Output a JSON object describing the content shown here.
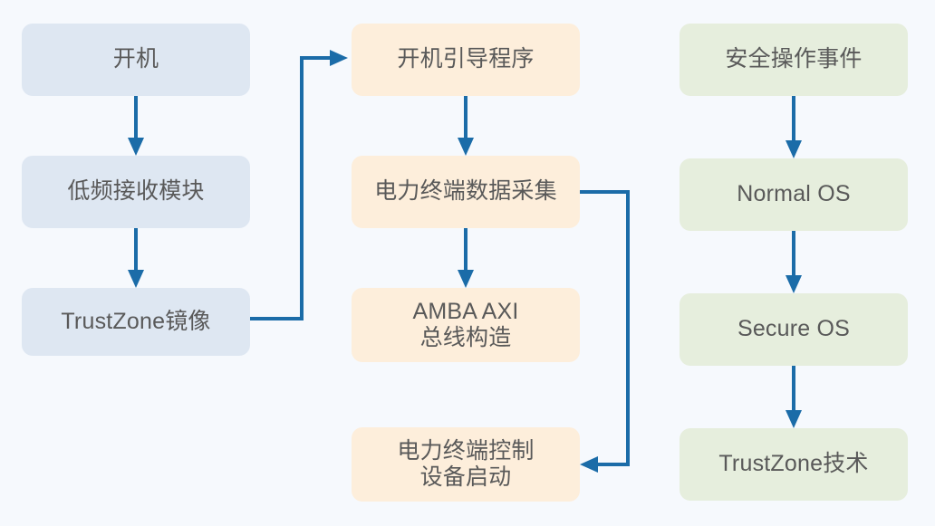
{
  "diagram": {
    "type": "flowchart",
    "title": "",
    "background_color": "#f6f9fd",
    "edge_color": "#1b6ca8",
    "text_color": "#595959",
    "columns": [
      {
        "name": "boot-chain",
        "color": "#dee7f2",
        "nodes": [
          "开机",
          "低频接收模块",
          "TrustZone镜像"
        ]
      },
      {
        "name": "power-terminal-chain",
        "color": "#fdeedb",
        "nodes": [
          "开机引导程序",
          "电力终端数据采集",
          "AMBA AXI\n总线构造",
          "电力终端控制\n设备启动"
        ]
      },
      {
        "name": "secure-os-chain",
        "color": "#e6eedd",
        "nodes": [
          "安全操作事件",
          "Normal OS",
          "Secure OS",
          "TrustZone技术"
        ]
      }
    ],
    "nodes": {
      "n1": {
        "label": "开机",
        "color": "#dee7f2"
      },
      "n2": {
        "label": "低频接收模块",
        "color": "#dee7f2"
      },
      "n3": {
        "label": "TrustZone镜像",
        "color": "#dee7f2"
      },
      "n4": {
        "label": "开机引导程序",
        "color": "#fdeedb"
      },
      "n5": {
        "label": "电力终端数据采集",
        "color": "#fdeedb"
      },
      "n6": {
        "label": "AMBA AXI\n总线构造",
        "color": "#fdeedb"
      },
      "n7": {
        "label": "电力终端控制\n设备启动",
        "color": "#fdeedb"
      },
      "n8": {
        "label": "安全操作事件",
        "color": "#e6eedd"
      },
      "n9": {
        "label": "Normal OS",
        "color": "#e6eedd"
      },
      "n10": {
        "label": "Secure OS",
        "color": "#e6eedd"
      },
      "n11": {
        "label": "TrustZone技术",
        "color": "#e6eedd"
      }
    },
    "edges": [
      {
        "from": "开机",
        "to": "低频接收模块",
        "style": "straight-down"
      },
      {
        "from": "低频接收模块",
        "to": "TrustZone镜像",
        "style": "straight-down"
      },
      {
        "from": "TrustZone镜像",
        "to": "开机引导程序",
        "style": "elbow-right-up"
      },
      {
        "from": "开机引导程序",
        "to": "电力终端数据采集",
        "style": "straight-down"
      },
      {
        "from": "电力终端数据采集",
        "to": "AMBA AXI总线构造",
        "style": "straight-down"
      },
      {
        "from": "电力终端数据采集",
        "to": "电力终端控制设备启动",
        "style": "elbow-right-down-left"
      },
      {
        "from": "安全操作事件",
        "to": "Normal OS",
        "style": "straight-down"
      },
      {
        "from": "Normal OS",
        "to": "Secure OS",
        "style": "straight-down"
      },
      {
        "from": "Secure OS",
        "to": "TrustZone技术",
        "style": "straight-down"
      }
    ]
  }
}
